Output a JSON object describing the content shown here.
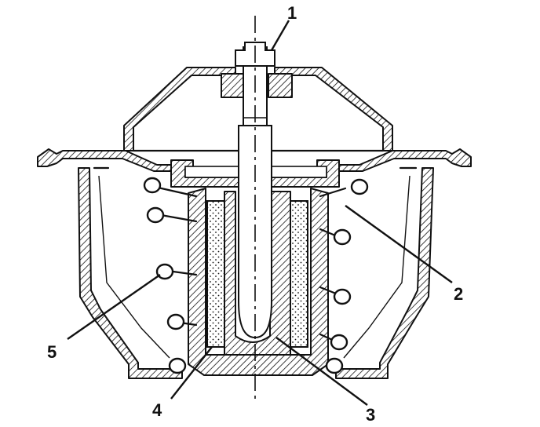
{
  "labels": {
    "l1": "1",
    "l2": "2",
    "l3": "3",
    "l4": "4",
    "l5": "5"
  }
}
